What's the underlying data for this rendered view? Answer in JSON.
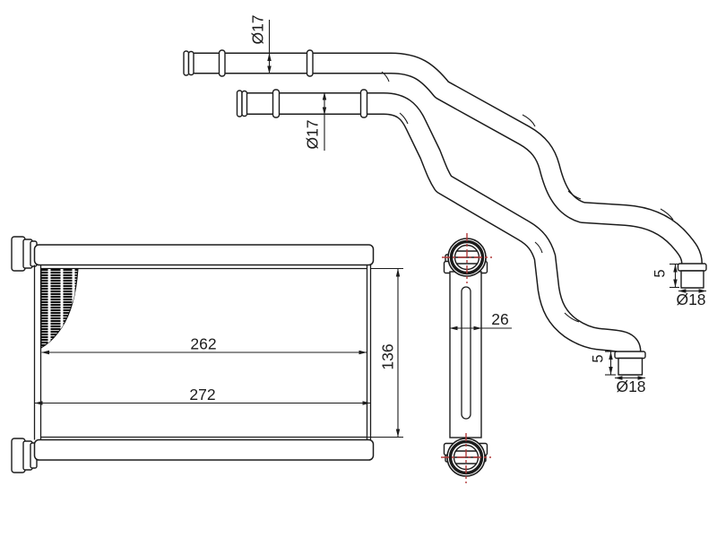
{
  "drawing": {
    "dimensions": {
      "pipe1_od": "Ø17",
      "pipe2_od": "Ø17",
      "core_width": "262",
      "overall_width": "272",
      "core_height": "136",
      "tank_depth": "26",
      "pipe1_bead_offset": "5",
      "pipe1_end_od": "Ø18",
      "pipe2_bead_offset": "5",
      "pipe2_end_od": "Ø18"
    },
    "colors": {
      "line": "#1c1c1c",
      "centerline_red": "#b23a3a",
      "background": "#ffffff",
      "fins": "#111111"
    }
  }
}
